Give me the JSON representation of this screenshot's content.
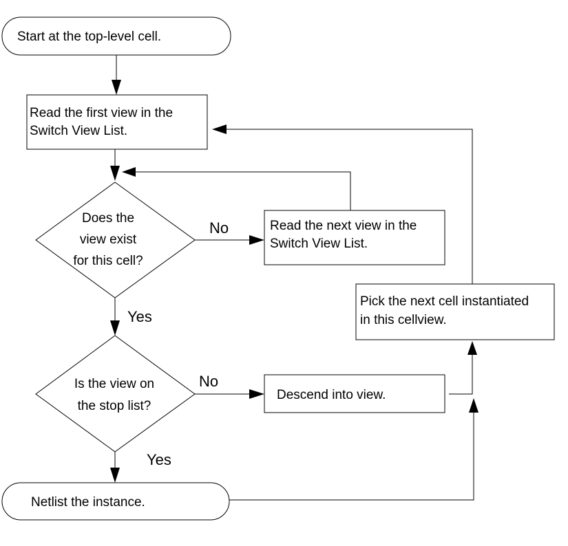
{
  "flowchart": {
    "nodes": {
      "start": {
        "lines": [
          "Start at the top-level cell."
        ]
      },
      "read_first": {
        "lines": [
          "Read the first view in the",
          "Switch View List."
        ]
      },
      "view_exists": {
        "lines": [
          "Does the",
          "view exist",
          "for this cell?"
        ]
      },
      "read_next": {
        "lines": [
          "Read the next view in the",
          "Switch View List."
        ]
      },
      "stop_list": {
        "lines": [
          "Is the view on",
          "the stop list?"
        ]
      },
      "descend": {
        "lines": [
          "Descend into view."
        ]
      },
      "pick_next": {
        "lines": [
          "Pick the next cell instantiated",
          "in this cellview."
        ]
      },
      "netlist": {
        "lines": [
          "Netlist the instance."
        ]
      }
    },
    "edge_labels": {
      "exists_no": "No",
      "exists_yes": "Yes",
      "stop_no": "No",
      "stop_yes": "Yes"
    }
  }
}
